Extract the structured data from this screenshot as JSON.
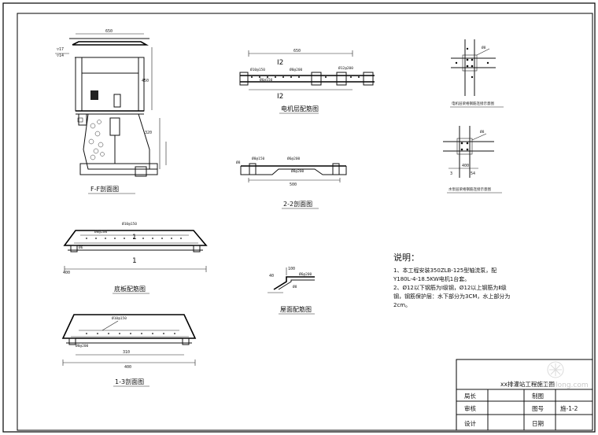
{
  "drawing_title": "xx排灌站工程施工图",
  "sections": {
    "ff_section": "F-F剖面图",
    "motor_floor": "电机层配筋图",
    "section_22": "2-2剖面图",
    "base_slab": "底板配筋图",
    "roof": "屋面配筋图",
    "section_13": "1-3剖面图",
    "beam_detail_1": "电机层梁格钢筋连接示意图",
    "beam_detail_2": "水泵层梁格钢筋连接示意图"
  },
  "notes": {
    "title": "说明：",
    "lines": [
      "1、本工程安装350ZLB-125型轴流泵，配",
      "Y180L-4-18.5KW电机1台套。",
      "2、Ø12以下钢筋为Ⅰ级钢，Ø12以上钢筋为Ⅱ级",
      "钢，钢筋保护层：水下部分为3CM，水上部分为",
      "2cm。"
    ]
  },
  "title_block": {
    "row1": [
      "局长",
      "",
      "制图",
      ""
    ],
    "row2": [
      "审核",
      "",
      "图号",
      "施-1-2"
    ],
    "row3": [
      "设计",
      "",
      "日期",
      ""
    ]
  },
  "dimensions": {
    "ff_width": "650",
    "motor_width": "650",
    "s22_width": "500",
    "base_width": "400",
    "base_inner": "1",
    "s13_inner": "310",
    "s13_width": "400",
    "motor_mark": "I2",
    "roof_dim": "100"
  },
  "rebar_marks": [
    "Ø6@150",
    "Ø8@200",
    "Ø10@150",
    "Ø12@200",
    "Ø6@200",
    "Ø8@150"
  ],
  "watermark": "zhulong.com"
}
